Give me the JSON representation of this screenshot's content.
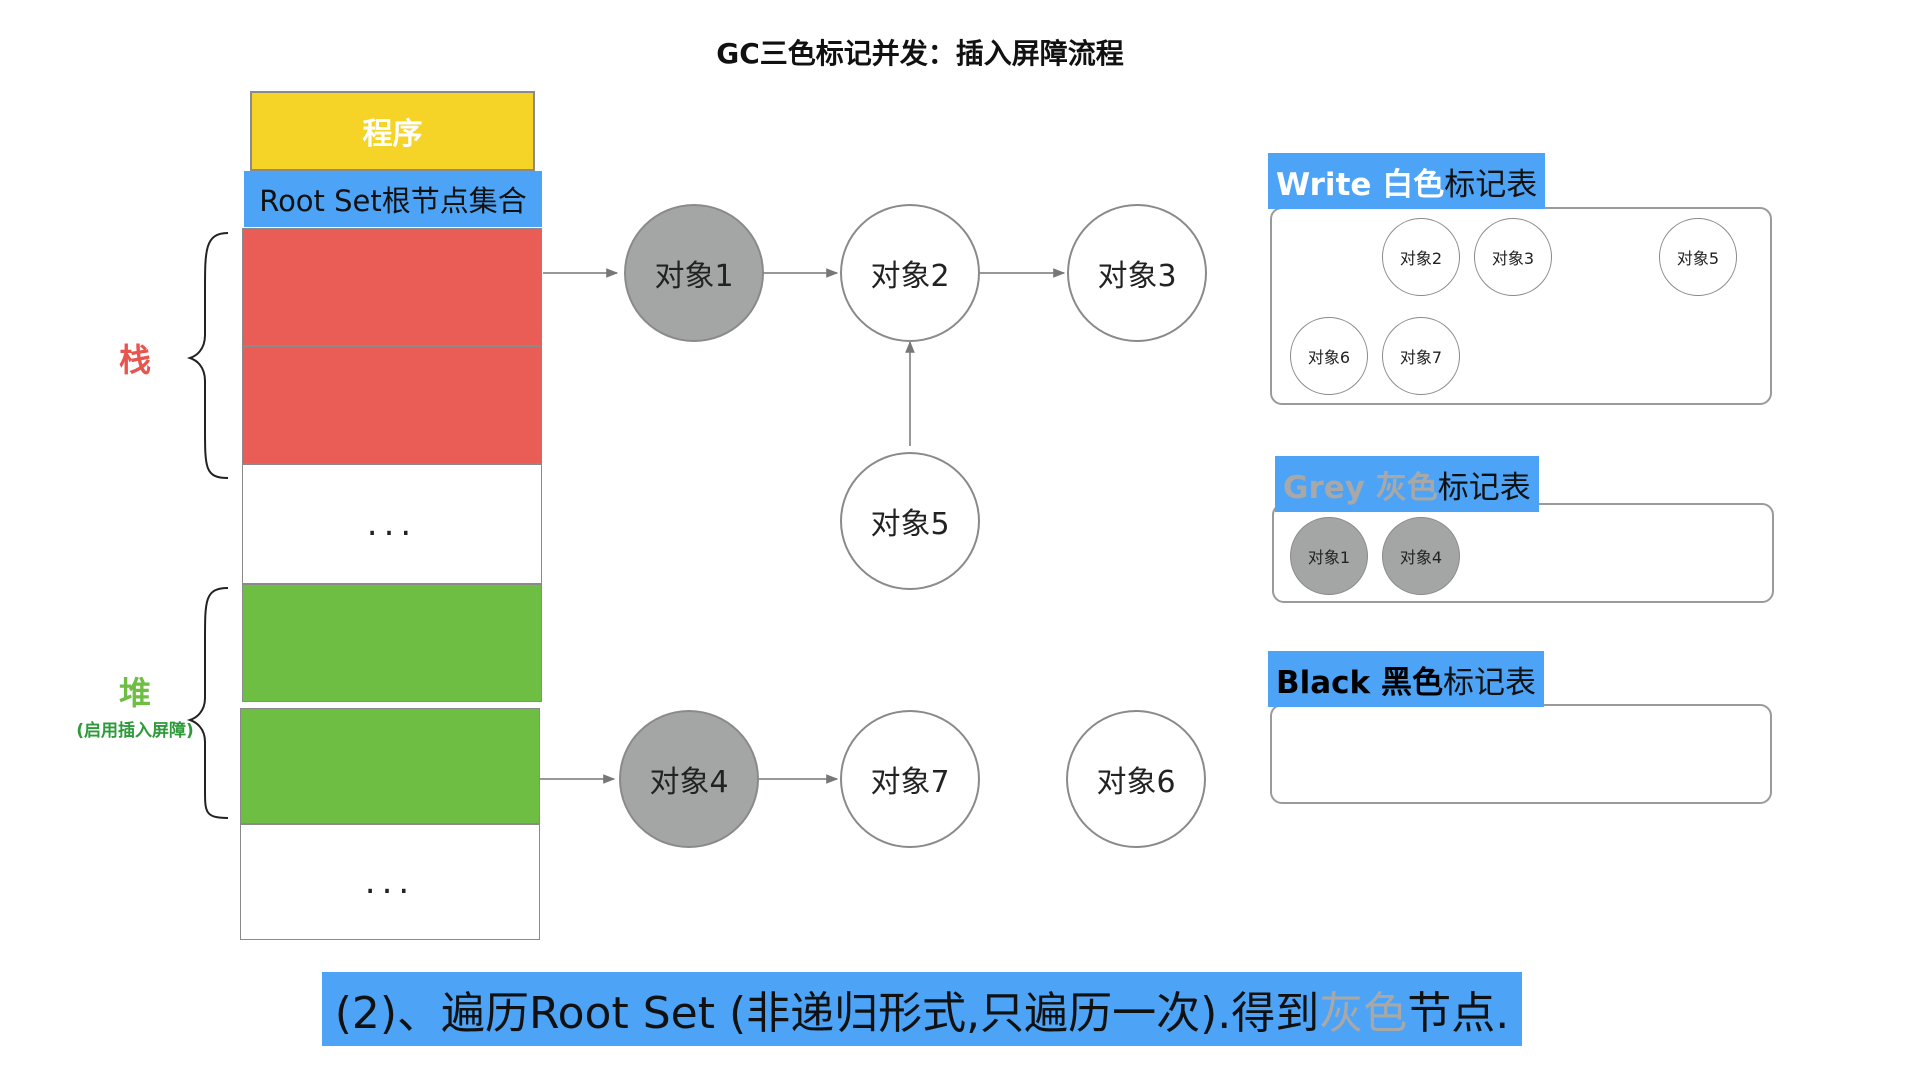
{
  "title": "GC三色标记并发：插入屏障流程",
  "program_label": "程序",
  "root_set_label": "Root Set根节点集合",
  "stack_cells": [
    "",
    "",
    "..."
  ],
  "heap_cells": [
    "",
    "",
    "..."
  ],
  "stack_label": "栈",
  "heap_label": "堆",
  "heap_sublabel": "(启用插入屏障)",
  "nodes": {
    "obj1": "对象1",
    "obj2": "对象2",
    "obj3": "对象3",
    "obj4": "对象4",
    "obj5": "对象5",
    "obj6": "对象6",
    "obj7": "对象7"
  },
  "white_table": {
    "head_a": "Write 白色",
    "head_b": "标记表",
    "items": [
      "对象2",
      "对象3",
      "对象5",
      "对象6",
      "对象7"
    ]
  },
  "grey_table": {
    "head_a": "Grey 灰色",
    "head_b": "标记表",
    "items": [
      "对象1",
      "对象4"
    ]
  },
  "black_table": {
    "head_a": "Black 黑色",
    "head_b": "标记表",
    "items": []
  },
  "caption": {
    "before": "(2)、遍历Root Set (非递归形式,只遍历一次).得到",
    "highlight": "灰色",
    "after": "节点."
  },
  "colors": {
    "program": "#f5d327",
    "rootset": "#4da3f5",
    "stack": "#ea5d57",
    "heap": "#6fbe44",
    "grey_node": "#a4a6a5",
    "stack_label": "#e8544e",
    "heap_label": "#6fbe44",
    "grey_text": "#a8a8a8"
  }
}
